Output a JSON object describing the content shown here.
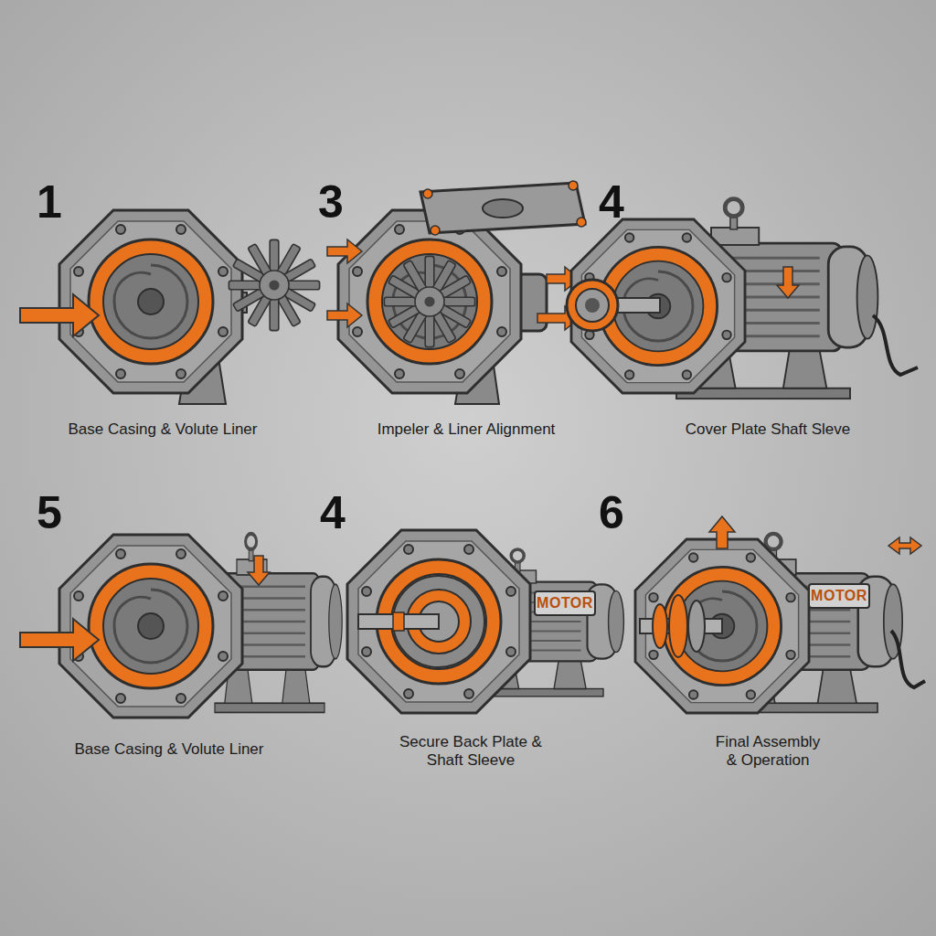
{
  "diagram": {
    "labels": [
      "1",
      "3",
      "4",
      "Base Casing & Volute Liner",
      "Impeler & Liner Alignment",
      "Cover Plate Shaft Sleve",
      "5",
      "4",
      "6",
      "MOTOR",
      "MOTOR",
      "Base Casing & Volute Liner",
      "Secure Back Plate & Shaft Sleeve",
      "Final Assembly & Operation"
    ]
  }
}
